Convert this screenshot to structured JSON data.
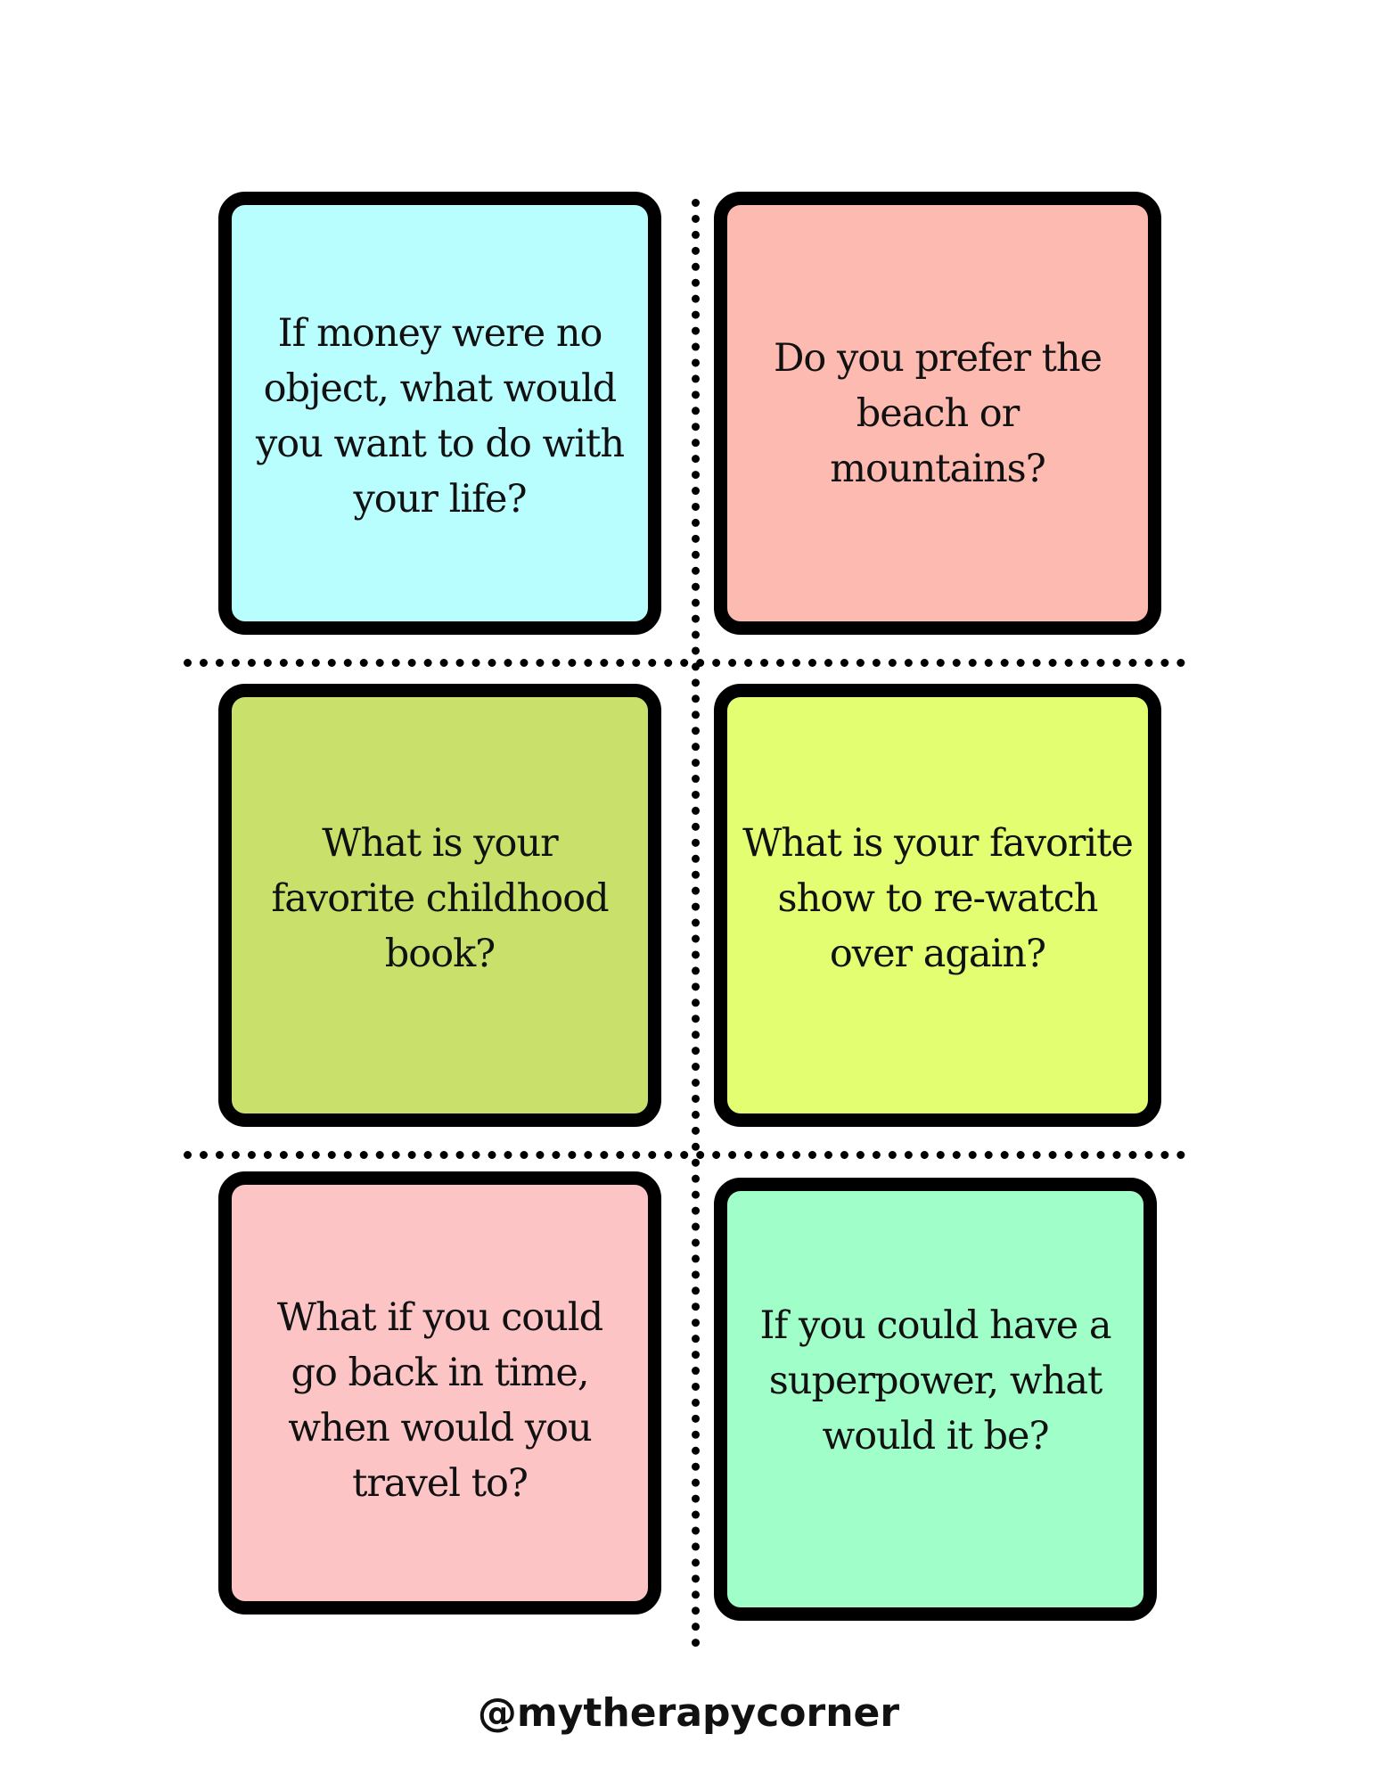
{
  "cards": [
    {
      "text": "If money were no object, what would you want to do with your life?",
      "color": "#b9fefe"
    },
    {
      "text": "Do you prefer the beach or mountains?",
      "color": "#fdbab0"
    },
    {
      "text": "What is your favorite childhood book?",
      "color": "#c9e16a"
    },
    {
      "text": "What is your favorite show to re-watch over again?",
      "color": "#e4fe72"
    },
    {
      "text": "What if you could go back in time, when would you travel to?",
      "color": "#fdc4c6"
    },
    {
      "text": "If you could have a superpower, what would it be?",
      "color": "#a0fec9"
    }
  ],
  "footer": {
    "handle": "@mytherapycorner"
  }
}
